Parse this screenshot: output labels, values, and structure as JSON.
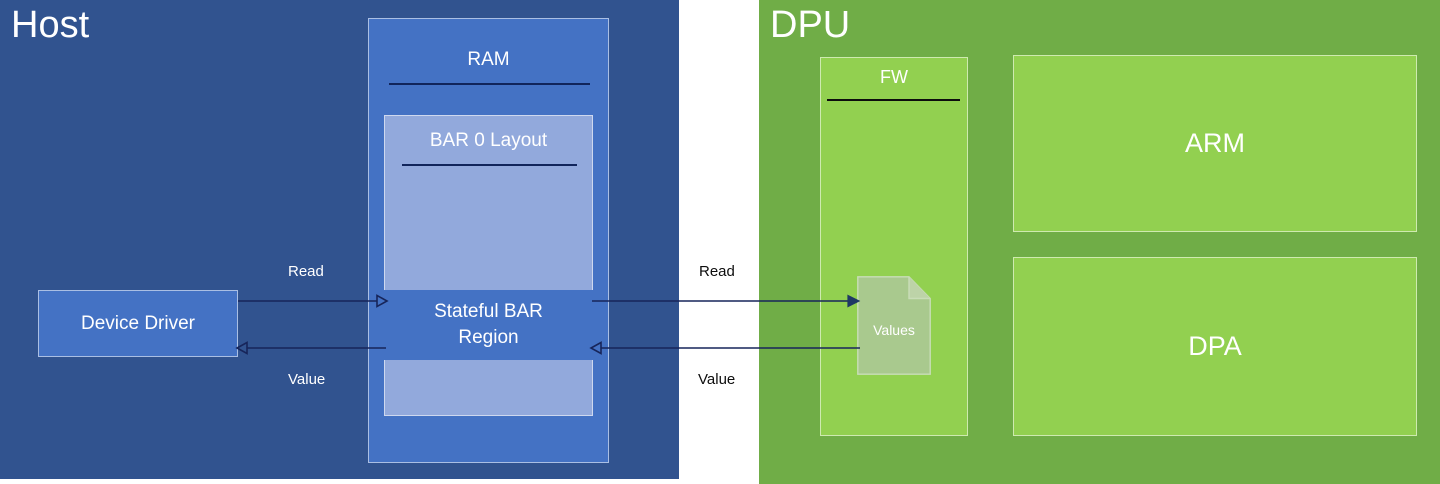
{
  "diagram": {
    "title_host": "Host",
    "title_dpu": "DPU",
    "colors": {
      "host_panel": "#31538F",
      "dpu_panel": "#70AD47",
      "ram": "#4472C4",
      "bar0": "#92A9DC",
      "stateful_bar": "#4472C4",
      "device_driver": "#4472C4",
      "fw": "#92D050",
      "arm": "#92D050",
      "dpa": "#92D050",
      "values_doc": "#A9C98E",
      "connector": "#17255A",
      "rule": "#11255B"
    }
  },
  "host": {
    "title": "Host",
    "device_driver": {
      "label": "Device Driver"
    },
    "ram": {
      "label": "RAM"
    },
    "bar0": {
      "label": "BAR 0 Layout"
    },
    "stateful_bar": {
      "label": "Stateful BAR\nRegion"
    }
  },
  "dpu": {
    "title": "DPU",
    "fw": {
      "label": "FW"
    },
    "values_doc": {
      "label": "Values",
      "icon": "document-icon"
    },
    "arm": {
      "label": "ARM"
    },
    "dpa": {
      "label": "DPA"
    }
  },
  "connectors": {
    "host_read": {
      "label": "Read",
      "from": "Device Driver",
      "to": "Stateful BAR Region"
    },
    "host_value": {
      "label": "Value",
      "from": "Stateful BAR Region",
      "to": "Device Driver"
    },
    "dpu_read": {
      "label": "Read",
      "from": "Stateful BAR Region",
      "to": "Values"
    },
    "dpu_value": {
      "label": "Value",
      "from": "Values",
      "to": "Stateful BAR Region"
    }
  }
}
